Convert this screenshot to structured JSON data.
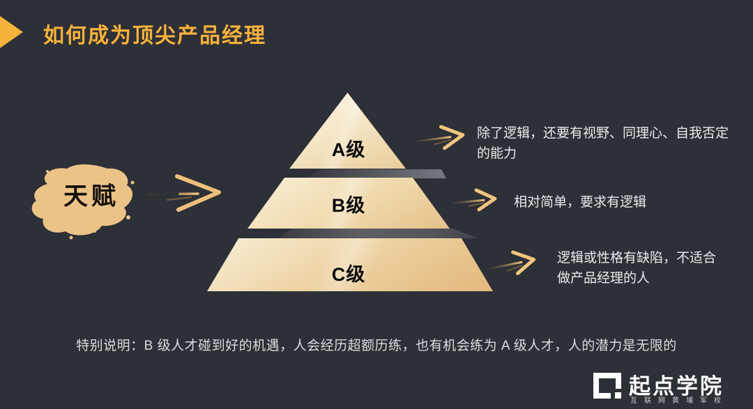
{
  "slide": {
    "background_color": "#2d3037",
    "accent_gold": "#f5b33c"
  },
  "header": {
    "title": "如何成为顶尖产品经理",
    "title_color": "#f8b13a"
  },
  "talent": {
    "label": "天赋",
    "splash_color": "#ecc387"
  },
  "pyramid": {
    "light_color": "#faf2df",
    "dark_color": "#e2b87c",
    "shadow_color": "#5d5f65",
    "tiers": [
      {
        "id": "A",
        "label": "A级",
        "annotation": "除了逻辑，还要有视野、同理心、自我否定的能力"
      },
      {
        "id": "B",
        "label": "B级",
        "annotation": "相对简单，要求有逻辑"
      },
      {
        "id": "C",
        "label": "C级",
        "annotation": "逻辑或性格有缺陷，不适合做产品经理的人"
      }
    ]
  },
  "footnote": {
    "text": "特别说明：B 级人才碰到好的机遇，人会经历超额历练，也有机会练为 A 级人才，人的潜力是无限的"
  },
  "logo": {
    "name": "起点学院",
    "tagline": "互联网黄埔军校"
  }
}
